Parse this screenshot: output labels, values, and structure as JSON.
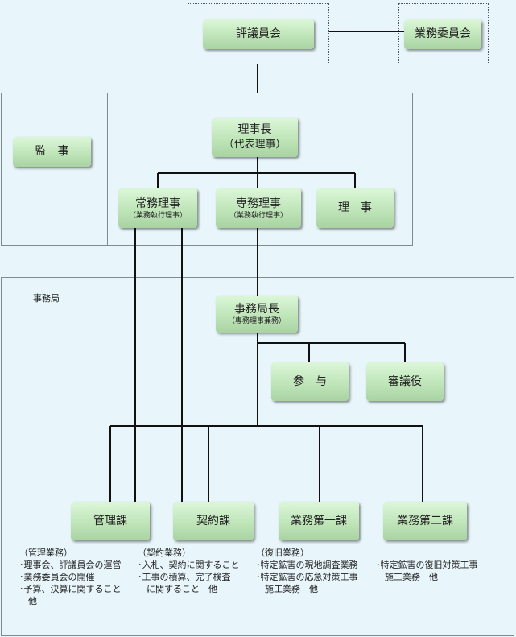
{
  "boxes": {
    "hyogiinkai": "評議員会",
    "gyomuiinkai": "業務委員会",
    "kanji": "監　事",
    "rijicho": "理事長",
    "rijicho_sub": "（代表理事）",
    "jomuriji": "常務理事",
    "jomuriji_sub": "（業務執行理事）",
    "senmuriji": "専務理事",
    "senmuriji_sub": "（業務執行理事）",
    "riji": "理　事",
    "jimukyokucho": "事務局長",
    "jimukyokucho_sub": "（専務理事兼務）",
    "sanyo": "参　与",
    "shingiyaku": "審議役",
    "kanrika": "管理課",
    "keiyakuka": "契約課",
    "gyomu1": "業務第一課",
    "gyomu2": "業務第二課"
  },
  "section_label": "事務局",
  "descriptions": {
    "kanri": [
      "（管理業務）",
      "･理事会、評議員会の運営",
      "･業務委員会の開催",
      "･予算、決算に関すること",
      "　他"
    ],
    "keiyaku": [
      "（契約業務）",
      "･入札、契約に関すること",
      "･工事の積算、完了検査",
      "　に関すること　他"
    ],
    "gyomu1": [
      "（復旧業務）",
      "･特定鉱害の現地調査業務",
      "･特定鉱害の応急対策工事",
      "　施工業務　他"
    ],
    "gyomu2": [
      "･特定鉱害の復旧対策工事",
      "　施工業務　他"
    ]
  }
}
